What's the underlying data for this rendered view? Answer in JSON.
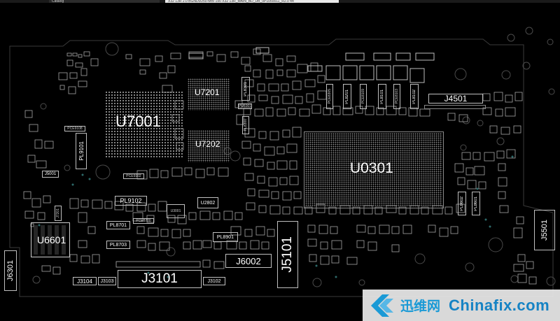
{
  "window": {
    "tabs": [
      "Catalog",
      "X32 13R 2.0 BGND0D50-MBI 190 X32 13R_MAIN_BD_DB_0P1050011_R2.0 44"
    ]
  },
  "board": {
    "chips": {
      "u7001": "U7001",
      "u7201": "U7201",
      "u7202": "U7202",
      "u0301": "U0301",
      "u6601": "U6601"
    },
    "connectors": {
      "j4501": "J4501",
      "j3101": "J3101",
      "j3104": "J3104",
      "j3103": "J3103",
      "j3102": "J3102",
      "j6002": "J6002",
      "j5101": "J5101",
      "j6301": "J6301",
      "j5501": "J5501",
      "j5001": "J5001"
    },
    "inductors": {
      "pl9101": "PL9101",
      "pl9102": "PL9102",
      "pl8701": "PL8701",
      "pl8703": "PL8703",
      "pl8901": "PL8901",
      "pl8301": "PL8301",
      "pl8101": "PL8101",
      "pl8102": "PL8102",
      "pl8201": "PL8201",
      "pl8601": "PL8601",
      "pl8602": "PL8602"
    },
    "small_labels": {
      "pce9108": "PCE9108",
      "pce9102": "PCE9102",
      "pce8700": "PCE8700",
      "pce8305": "PCE8305",
      "pce8109": "PCE8109",
      "pce8103": "PCE8103",
      "u3001": "U3001",
      "u2802": "U2802",
      "j7201": "J7201",
      "pu8301": "PU8301",
      "pl8300": "PL8300"
    }
  },
  "watermark": {
    "brand_cn": "迅维网",
    "brand_en": "Chinafix.com"
  }
}
